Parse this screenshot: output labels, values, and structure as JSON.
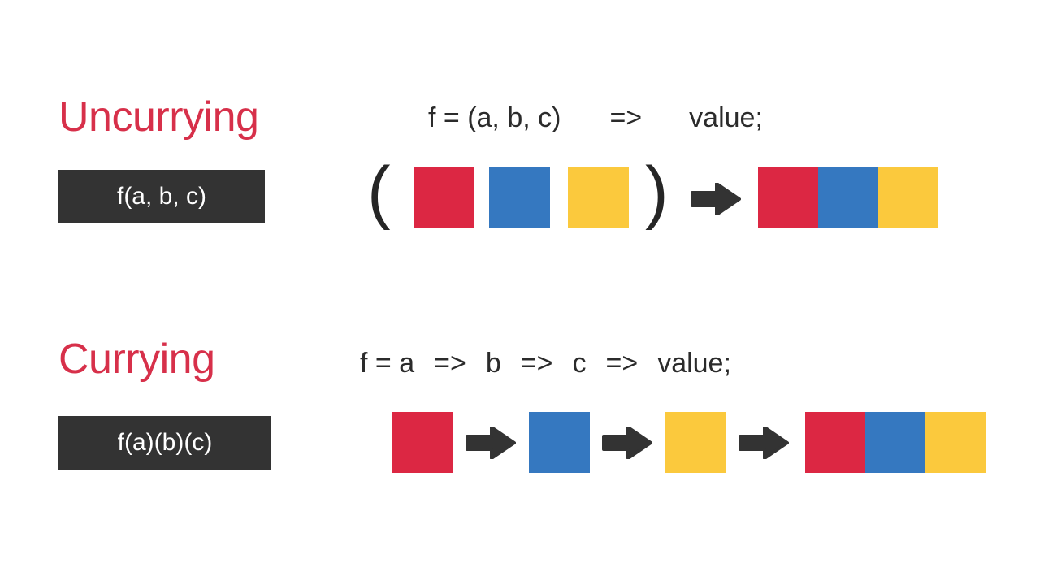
{
  "slide": {
    "background_color": "#ffffff",
    "accent_color": "#d7304a",
    "chip_background_color": "#333333",
    "text_color": "#2b2b2b"
  },
  "palette": {
    "red": "#dc2743",
    "blue": "#3578c0",
    "yellow": "#fbc93d",
    "dark": "#333333"
  },
  "sections": [
    {
      "id": "uncurrying",
      "title": "Uncurrying",
      "signature": "f(a, b, c)",
      "formula": {
        "full": "f = (a, b, c)   =>   value;",
        "lhs": "f = (a, b, c)",
        "arrow": "=>",
        "result": "value;"
      },
      "diagram": {
        "open_paren": "(",
        "close_paren": ")",
        "arrow_icon": "thick-right-arrow",
        "args": [
          "red",
          "blue",
          "yellow"
        ],
        "result": [
          "red",
          "blue",
          "yellow"
        ]
      }
    },
    {
      "id": "currying",
      "title": "Currying",
      "signature": "f(a)(b)(c)",
      "formula": {
        "full": "f = a  =>  b  =>  c  =>  value;",
        "tokens": [
          "f = a",
          "=>",
          "b",
          "=>",
          "c",
          "=>",
          "value;"
        ]
      },
      "diagram": {
        "arrow_icon": "thick-right-arrow",
        "args": [
          "red",
          "blue",
          "yellow"
        ],
        "result": [
          "red",
          "blue",
          "yellow"
        ]
      }
    }
  ]
}
